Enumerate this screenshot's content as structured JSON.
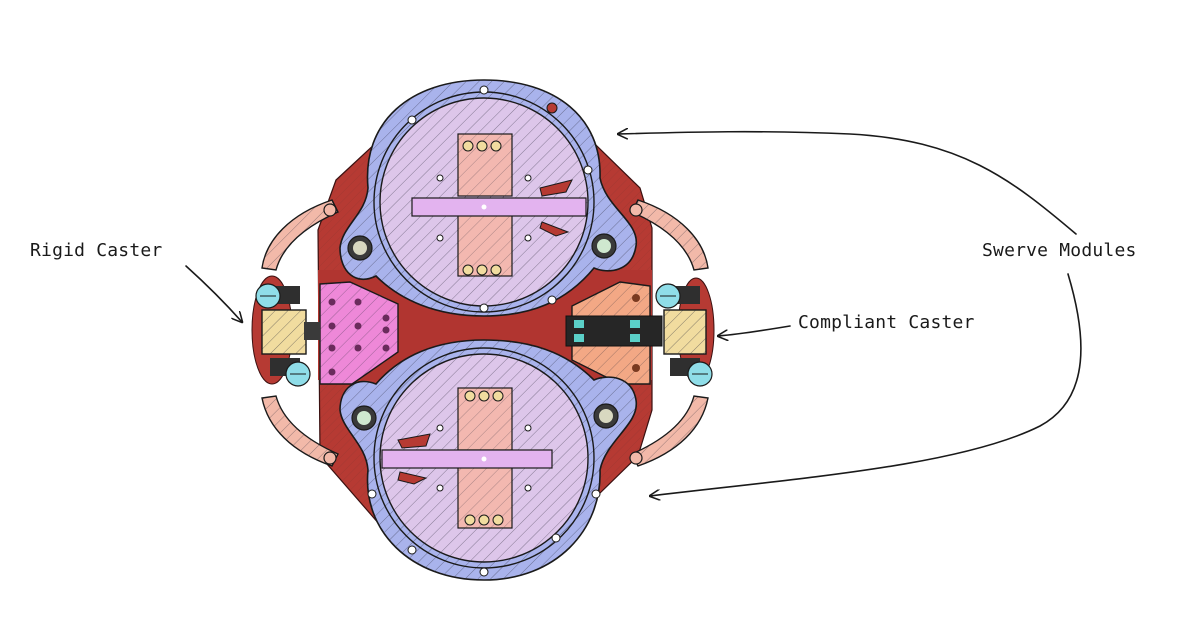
{
  "labels": {
    "rigid_caster": "Rigid Caster",
    "swerve_modules": "Swerve Modules",
    "compliant_caster": "Compliant Caster"
  },
  "colors": {
    "chassis_red": "#b63a33",
    "module_ring_blue": "#a9b3ec",
    "module_disc_lilac": "#ddc6ea",
    "bracket_salmon": "#f2b9a9",
    "rigid_mount_pink": "#ee88d8",
    "compliant_mount_orange": "#f3a885",
    "caster_wheel_tan": "#f1dc9f",
    "knob_cyan": "#8fdde8",
    "ink": "#1a1a1a"
  }
}
